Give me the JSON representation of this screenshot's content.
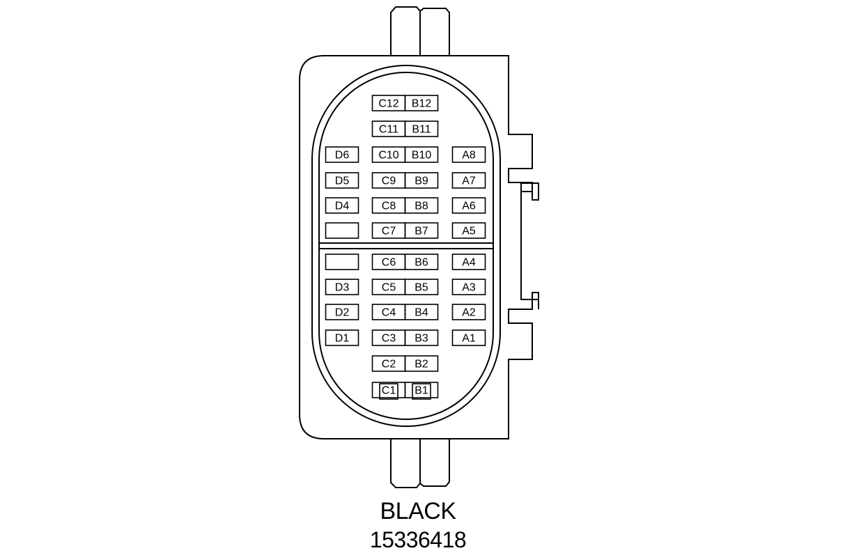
{
  "connector": {
    "color_label": "BLACK",
    "part_number": "15336418",
    "line_color": "#000000",
    "background": "#ffffff"
  },
  "pins": {
    "D": [
      "D6",
      "D5",
      "D4",
      "",
      "",
      "D3",
      "D2",
      "D1"
    ],
    "C": [
      "C12",
      "C11",
      "C10",
      "C9",
      "C8",
      "C7",
      "C6",
      "C5",
      "C4",
      "C3",
      "C2",
      "C1"
    ],
    "B": [
      "B12",
      "B11",
      "B10",
      "B9",
      "B8",
      "B7",
      "B6",
      "B5",
      "B4",
      "B3",
      "B2",
      "B1"
    ],
    "A": [
      "A8",
      "A7",
      "A6",
      "A5",
      "A4",
      "A3",
      "A2",
      "A1"
    ]
  }
}
